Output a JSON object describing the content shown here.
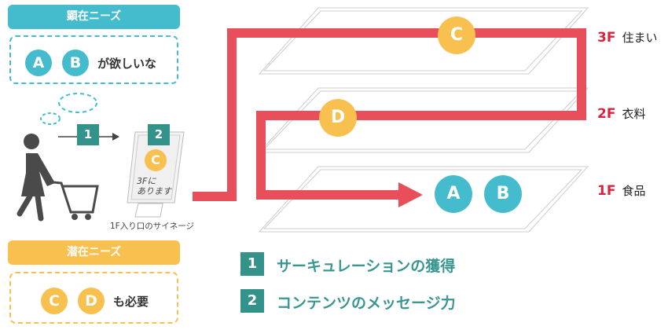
{
  "explicit_needs": {
    "title": "顕在ニーズ",
    "items": [
      "A",
      "B"
    ],
    "text": "が欲しいな"
  },
  "latent_needs": {
    "title": "潜在ニーズ",
    "items": [
      "C",
      "D"
    ],
    "text": "も必要"
  },
  "step_badges": [
    "1",
    "2"
  ],
  "signage": {
    "item": "C",
    "line1": "3F",
    "line1b": "に",
    "line2": "あります",
    "caption": "1F入り口のサイネージ"
  },
  "floors": [
    {
      "level": "3F",
      "name": "住まい",
      "item": "C"
    },
    {
      "level": "2F",
      "name": "衣料",
      "item": "D"
    },
    {
      "level": "1F",
      "name": "食品",
      "items": [
        "A",
        "B"
      ]
    }
  ],
  "legend": [
    {
      "num": "1",
      "label": "サーキュレーションの獲得"
    },
    {
      "num": "2",
      "label": "コンテンツのメッセージ力"
    }
  ],
  "colors": {
    "teal": "#45bccd",
    "yellow": "#f8c04e",
    "red": "#e94e5b",
    "green": "#33928a"
  }
}
